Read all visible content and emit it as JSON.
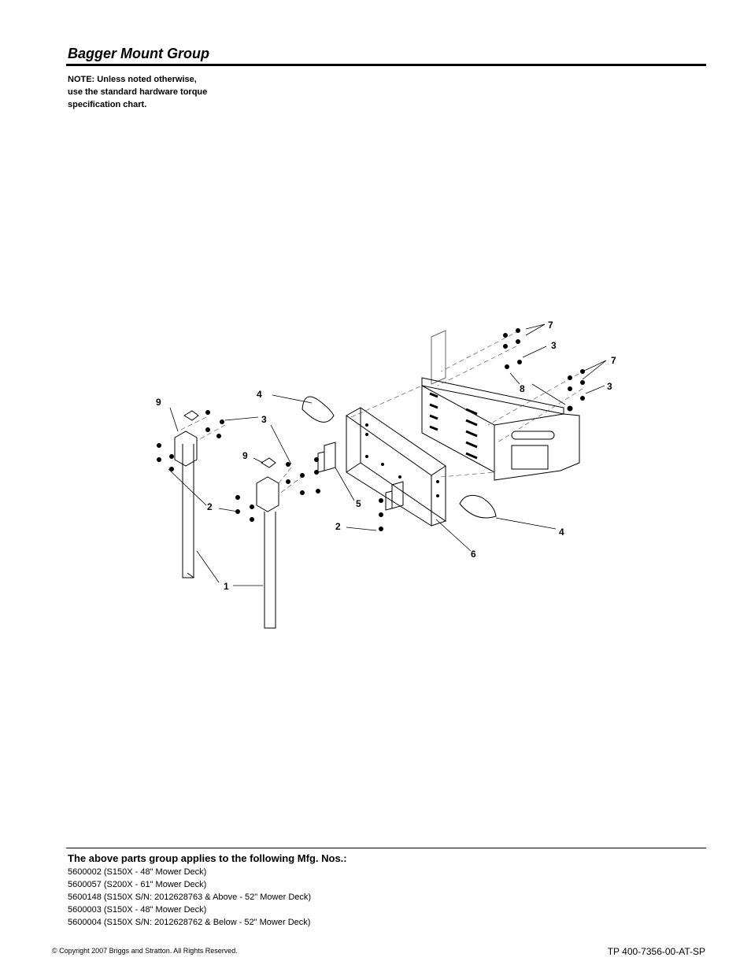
{
  "header": {
    "title": "Bagger Mount Group"
  },
  "note": {
    "lines": [
      "NOTE: Unless noted otherwise,",
      "use the standard hardware torque",
      "specification chart."
    ]
  },
  "diagram": {
    "callouts": [
      "7",
      "3",
      "7",
      "8",
      "3",
      "4",
      "9",
      "3",
      "9",
      "2",
      "5",
      "2",
      "4",
      "6",
      "1"
    ]
  },
  "applies": {
    "heading": "The above parts group applies to the following Mfg. Nos.:",
    "items": [
      "5600002 (S150X  - 48\" Mower Deck)",
      "5600057 (S200X - 61\" Mower Deck)",
      "5600148 (S150X S/N: 2012628763 & Above - 52\" Mower Deck)",
      "5600003 (S150X  - 48\" Mower Deck)",
      "5600004 (S150X S/N: 2012628762 & Below - 52\" Mower Deck)"
    ]
  },
  "footer": {
    "copyright": "© Copyright  2007 Briggs and Stratton. All Rights Reserved.",
    "doc_number": "TP 400-7356-00-AT-SP"
  }
}
